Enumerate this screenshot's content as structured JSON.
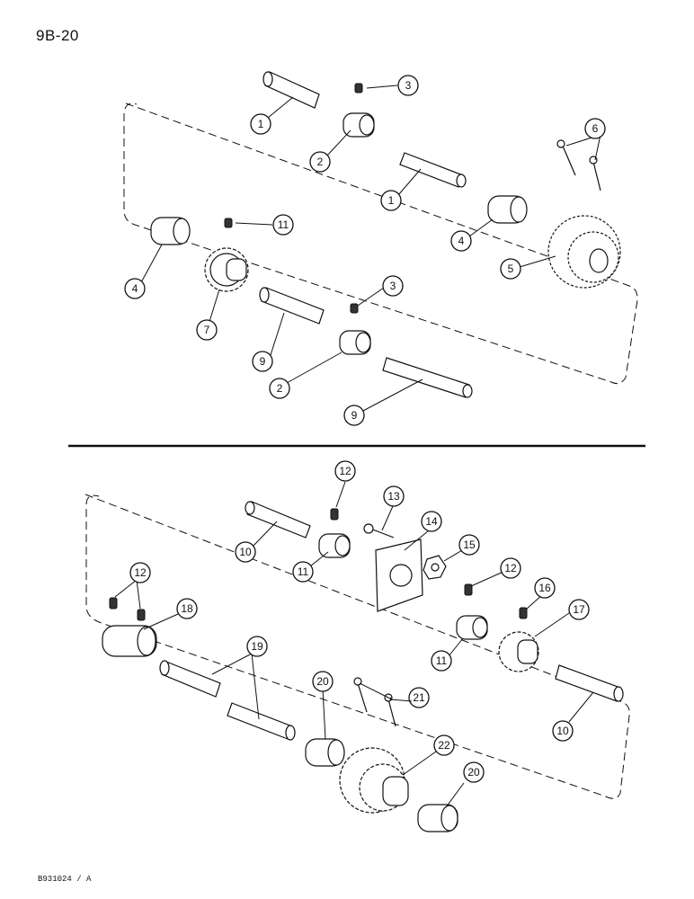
{
  "page_number": "9B-20",
  "figure_id": "B931024 / A",
  "callouts": [
    {
      "label": "1"
    },
    {
      "label": "2"
    },
    {
      "label": "3"
    },
    {
      "label": "1"
    },
    {
      "label": "2"
    },
    {
      "label": "3"
    },
    {
      "label": "4"
    },
    {
      "label": "4"
    },
    {
      "label": "5"
    },
    {
      "label": "6"
    },
    {
      "label": "7"
    },
    {
      "label": "9"
    },
    {
      "label": "9"
    },
    {
      "label": "11"
    },
    {
      "label": "12"
    },
    {
      "label": "13"
    },
    {
      "label": "14"
    },
    {
      "label": "15"
    },
    {
      "label": "12"
    },
    {
      "label": "16"
    },
    {
      "label": "17"
    },
    {
      "label": "10"
    },
    {
      "label": "11"
    },
    {
      "label": "11"
    },
    {
      "label": "12"
    },
    {
      "label": "18"
    },
    {
      "label": "19"
    },
    {
      "label": "20"
    },
    {
      "label": "21"
    },
    {
      "label": "22"
    },
    {
      "label": "20"
    },
    {
      "label": "10"
    }
  ]
}
